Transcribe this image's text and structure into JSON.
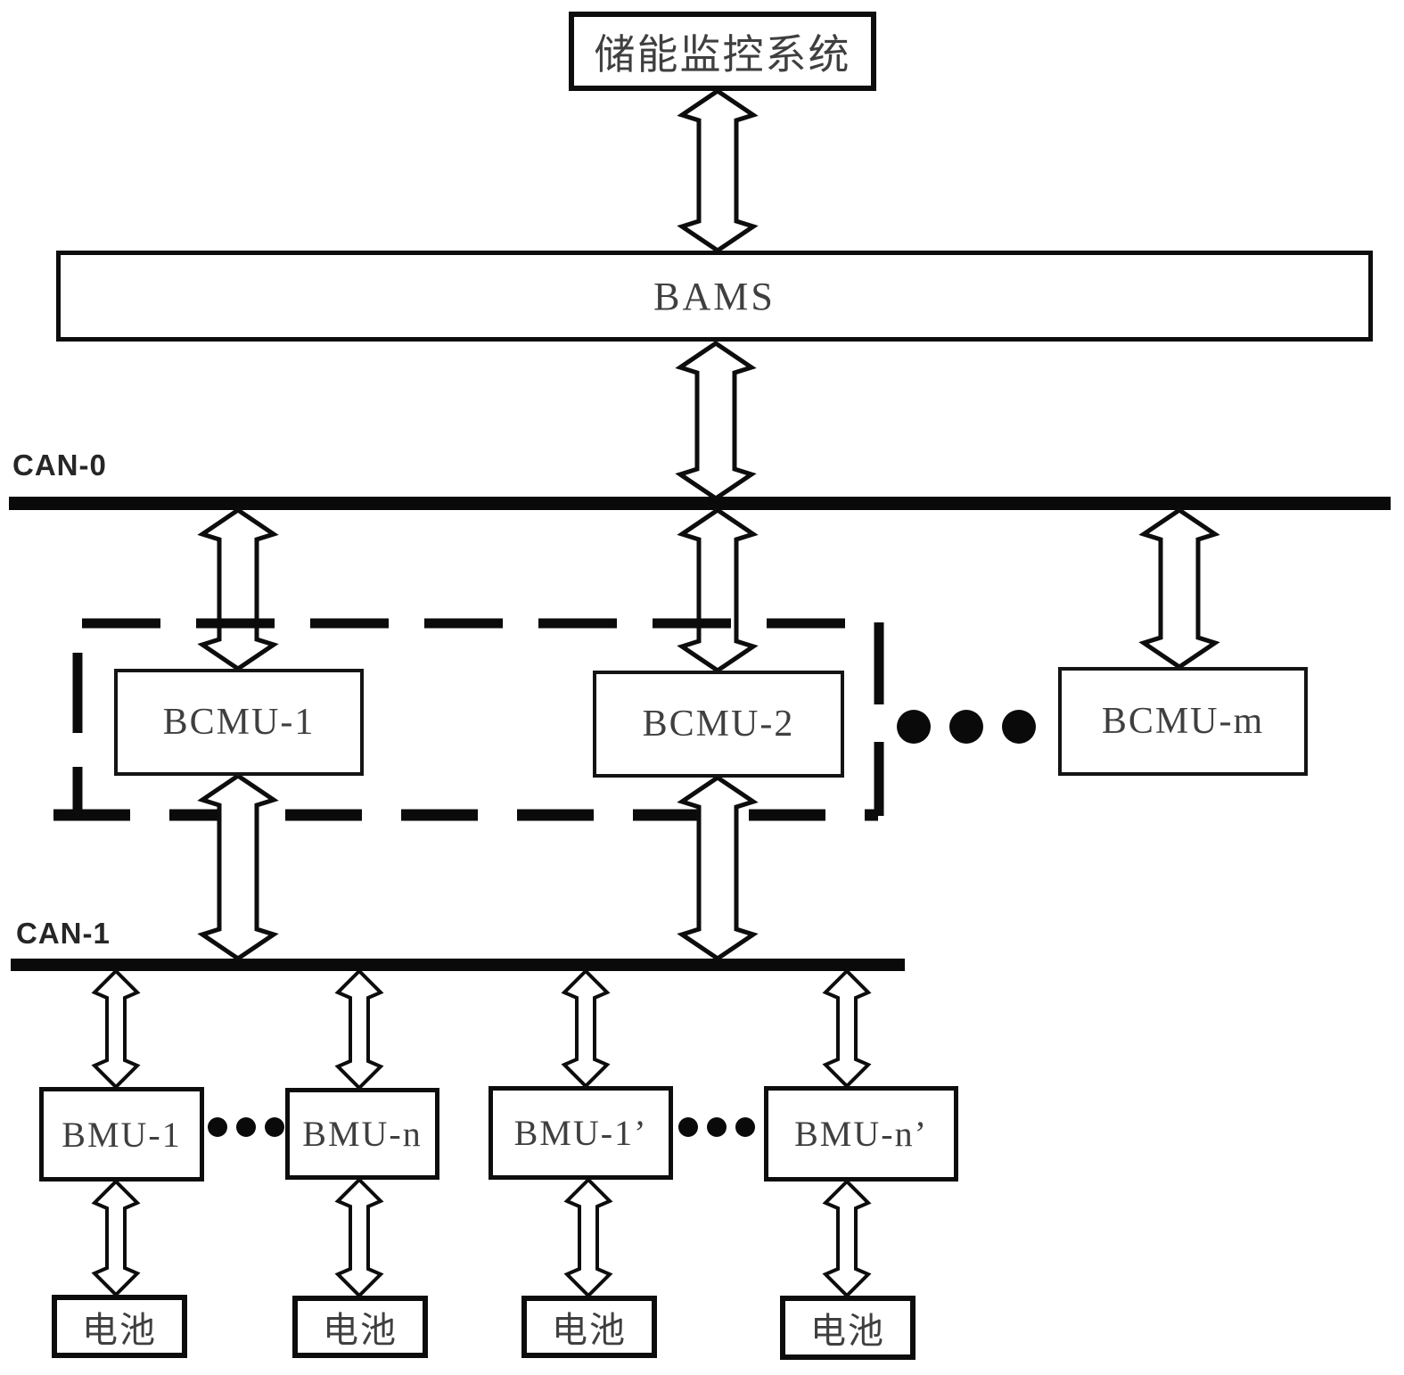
{
  "diagram": {
    "nodes": {
      "monitor": {
        "label": "储能监控系统"
      },
      "bams": {
        "label": "BAMS"
      },
      "bcmu1": {
        "label": "BCMU-1"
      },
      "bcmu2": {
        "label": "BCMU-2"
      },
      "bcmum": {
        "label": "BCMU-m"
      },
      "bmu1": {
        "label": "BMU-1"
      },
      "bmun": {
        "label": "BMU-n"
      },
      "bmu1p": {
        "label": "BMU-1’"
      },
      "bmunp": {
        "label": "BMU-n’"
      },
      "battery1": {
        "label": "电池"
      },
      "battery2": {
        "label": "电池"
      },
      "battery3": {
        "label": "电池"
      },
      "battery4": {
        "label": "电池"
      }
    },
    "bus_labels": {
      "can0": "CAN-0",
      "can1": "CAN-1"
    },
    "edges": [
      [
        "储能监控系统",
        "BAMS"
      ],
      [
        "BAMS",
        "CAN-0"
      ],
      [
        "CAN-0",
        "BCMU-1"
      ],
      [
        "CAN-0",
        "BCMU-2"
      ],
      [
        "CAN-0",
        "BCMU-m"
      ],
      [
        "BCMU-1",
        "CAN-1"
      ],
      [
        "BCMU-2",
        "CAN-1"
      ],
      [
        "CAN-1",
        "BMU-1"
      ],
      [
        "CAN-1",
        "BMU-n"
      ],
      [
        "CAN-1",
        "BMU-1’"
      ],
      [
        "CAN-1",
        "BMU-n’"
      ],
      [
        "BMU-1",
        "电池"
      ],
      [
        "BMU-n",
        "电池"
      ],
      [
        "BMU-1’",
        "电池"
      ],
      [
        "BMU-n’",
        "电池"
      ]
    ],
    "ellipsis_markers": [
      {
        "between": [
          "BCMU-2",
          "BCMU-m"
        ],
        "dots": 3
      },
      {
        "between": [
          "BMU-1",
          "BMU-n"
        ],
        "dots": 3
      },
      {
        "between": [
          "BMU-1’",
          "BMU-n’"
        ],
        "dots": 3
      }
    ],
    "colors": {
      "line": "#0d0d0d",
      "bus": "#0a0a0a",
      "text": "#3f3f3f",
      "background": "#ffffff"
    }
  }
}
